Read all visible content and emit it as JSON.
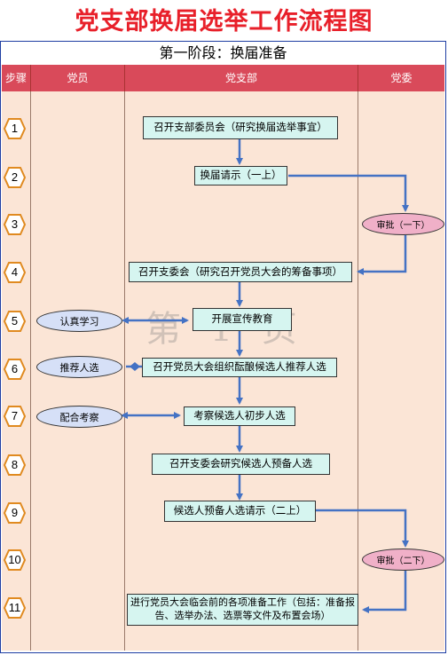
{
  "title": "党支部换届选举工作流程图",
  "phase_label": "第一阶段：换届准备",
  "columns": [
    "步骤",
    "党员",
    "党支部",
    "党委"
  ],
  "steps": [
    "1",
    "2",
    "3",
    "4",
    "5",
    "6",
    "7",
    "8",
    "9",
    "10",
    "11"
  ],
  "branch_boxes": {
    "b1": "召开支部委员会（研究换届选举事宜）",
    "b2": "换届请示（一上）",
    "b4": "召开支委会（研究召开党员大会的筹备事项）",
    "b5": "开展宣传教育",
    "b6": "召开党员大会组织酝酿候选人推荐人选",
    "b7": "考察候选人初步人选",
    "b8": "召开支委会研究候选人预备人选",
    "b9": "候选人预备人选请示（二上）",
    "b11": "进行党员大会临会前的各项准备工作（包括：准备报告、选举办法、选票等文件及布置会场）"
  },
  "member_ovals": {
    "m5": "认真学习",
    "m6": "推荐人选",
    "m7": "配合考察"
  },
  "committee_ovals": {
    "c3": "审批（一下）",
    "c10": "审批（二下）"
  },
  "watermark": "第 1 页",
  "colors": {
    "title": "#e8202a",
    "header": "#d94a5a",
    "column_bg": "#fbe5d6",
    "box_bg": "#d6f5f0",
    "arrow": "#4472c4",
    "oval_blue": "#d6e0f7",
    "oval_pink": "#f0b0c8",
    "step_border": "#e08a20"
  }
}
